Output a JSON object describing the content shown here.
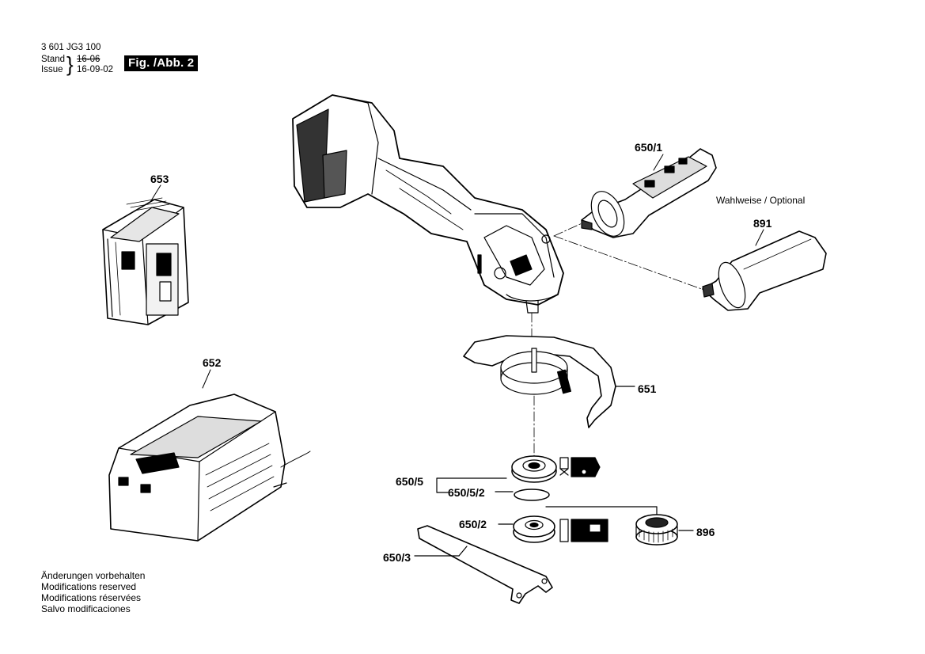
{
  "header": {
    "doc_number": "3 601 JG3 100",
    "stand_label": "Stand",
    "issue_label": "Issue",
    "old_date": "16-06",
    "date": "16-09-02",
    "figure": "Fig. /Abb. 2"
  },
  "parts": {
    "p653": "653",
    "p652": "652",
    "p6501": "650/1",
    "p891": "891",
    "p651": "651",
    "p6505": "650/5",
    "p65052": "650/5/2",
    "p6502": "650/2",
    "p6503": "650/3",
    "p896": "896"
  },
  "optional_note": "Wahlweise / Optional",
  "footer_notes": [
    "Änderungen vorbehalten",
    "Modifications reserved",
    "Modifications réservées",
    "Salvo modificaciones"
  ]
}
